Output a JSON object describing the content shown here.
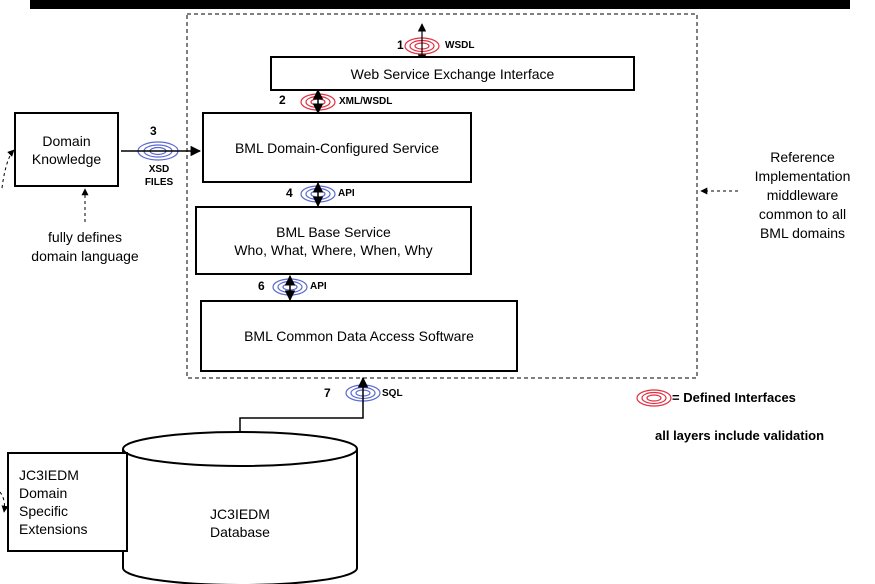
{
  "boxes": {
    "web_service": "Web Service Exchange Interface",
    "domain_configured": "BML Domain-Configured Service",
    "base_service_line1": "BML Base Service",
    "base_service_line2": "Who, What, Where, When, Why",
    "common_data": "BML Common Data Access Software",
    "domain_knowledge_line1": "Domain",
    "domain_knowledge_line2": "Knowledge",
    "extensions_lines": [
      "JC3IEDM",
      "Domain",
      "Specific",
      "Extensions"
    ]
  },
  "database": {
    "line1": "JC3IEDM",
    "line2": "Database"
  },
  "interfaces": [
    {
      "number": "1",
      "label": "WSDL",
      "kind": "defined"
    },
    {
      "number": "2",
      "label": "XML/WSDL",
      "kind": "defined"
    },
    {
      "number": "3",
      "label_line1": "XSD",
      "label_line2": "FILES",
      "kind": "other"
    },
    {
      "number": "4",
      "label": "API",
      "kind": "other"
    },
    {
      "number": "6",
      "label": "API",
      "kind": "other"
    },
    {
      "number": "7",
      "label": "SQL",
      "kind": "other"
    }
  ],
  "notes": {
    "domain_language": [
      "fully defines",
      "domain language"
    ],
    "reference": [
      "Reference",
      "Implementation",
      "middleware",
      "common to all",
      "BML domains"
    ]
  },
  "legend": {
    "defined": "= Defined Interfaces",
    "validation": "all layers include validation"
  },
  "colors": {
    "defined_interface": "#e03040",
    "other_interface": "#5a6ad0"
  },
  "icons": {
    "interface": "interface-ellipse-icon"
  }
}
